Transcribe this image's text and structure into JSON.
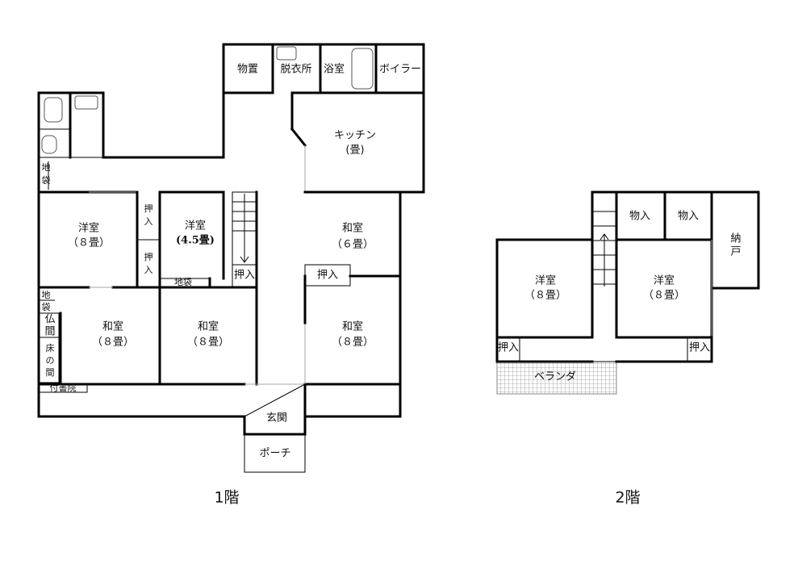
{
  "floor1": {
    "title": "1階",
    "rooms": {
      "monooki": "物置",
      "datsuisho": "脱衣所",
      "yokushitsu": "浴室",
      "boiler": "ボイラー",
      "kitchen_name": "キッチン",
      "kitchen_size": "(畳)",
      "youshitsu8_name": "洋室",
      "youshitsu8_size": "（８畳）",
      "youshitsu45_name": "洋室",
      "youshitsu45_size": "(4.5畳)",
      "washitsu6_name": "和室",
      "washitsu6_size": "（６畳）",
      "washitsu8a_name": "和室",
      "washitsu8a_size": "（８畳）",
      "washitsu8b_name": "和室",
      "washitsu8b_size": "（８畳）",
      "washitsu8c_name": "和室",
      "washitsu8c_size": "（８畳）",
      "oshiire_a": "押入",
      "oshiire_b": "押入",
      "oshiire_c": "押入",
      "oshiire_d": "押入",
      "jibukuro_a": "地袋",
      "jibukuro_b": "地袋",
      "jibukuro_c": "地袋",
      "butsuma": "仏間",
      "tokonoma": "床の間",
      "tsukeshoin": "付書院",
      "genkan": "玄関",
      "porch": "ポーチ"
    }
  },
  "floor2": {
    "title": "2階",
    "rooms": {
      "mono_a": "物入",
      "mono_b": "物入",
      "nando": "納戸",
      "youshitsu_l_name": "洋室",
      "youshitsu_l_size": "（８畳）",
      "youshitsu_r_name": "洋室",
      "youshitsu_r_size": "（８畳）",
      "oshiire_l": "押入",
      "oshiire_r": "押入",
      "veranda": "ベランダ"
    }
  }
}
